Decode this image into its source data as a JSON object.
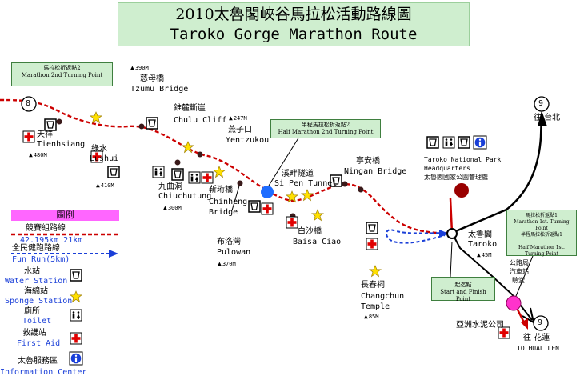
{
  "title": {
    "zh": "2010太魯閣峽谷馬拉松活動路線圖",
    "en": "Taroko Gorge Marathon Route"
  },
  "route_markers": {
    "left": "8",
    "top_right": "9",
    "bottom_right": "9"
  },
  "places": {
    "tienhsiang": {
      "zh": "天祥",
      "en": "Tienhsiang",
      "alt": "480M"
    },
    "lushui": {
      "zh": "綠水",
      "en": "Lushui",
      "alt": "410M"
    },
    "tzumu": {
      "zh": "慈母橋",
      "en": "Tzumu Bridge",
      "alt": "390M"
    },
    "chulu": {
      "zh": "錐麓斷崖",
      "en": "Chulu Cliff"
    },
    "yentzukou": {
      "zh": "燕子口",
      "en": "Yentzukou",
      "alt": "247M"
    },
    "chiuchutung": {
      "zh": "九曲洞",
      "en": "Chiuchutung",
      "alt": "300M"
    },
    "chinheng": {
      "zh": "靳珩橋",
      "en": "Chinheng Bridge"
    },
    "sipen": {
      "zh": "溪畔隧道",
      "en": "Si Pen Tunnel"
    },
    "pulowan": {
      "zh": "布洛灣",
      "en": "Pulowan",
      "alt": "370M"
    },
    "baisa": {
      "zh": "白沙橋",
      "en": "Baisa Ciao"
    },
    "ningan": {
      "zh": "寧安橋",
      "en": "Ningan Bridge"
    },
    "changchun": {
      "zh": "長春祠",
      "en": "Changchun Temple",
      "alt": "85M"
    },
    "hq": {
      "en1": "Taroko National Park",
      "en2": "Headquarters",
      "zh": "太魯閣國家公園管理處"
    },
    "taroko": {
      "zh": "太魯閣",
      "en": "Taroko",
      "alt": "45M"
    },
    "taipei": {
      "zh": "往 台北"
    },
    "hualien": {
      "zh": "往 花蓮",
      "en": "TO HUAL LEN"
    },
    "cement": {
      "zh": "亞洲水泥公司"
    },
    "bus": {
      "zh1": "公路局",
      "zh2": "汽車站",
      "zh3": "驗堂"
    }
  },
  "callouts": {
    "marathon2": {
      "zh": "馬拉松折返點2",
      "en": "Marathon 2nd Turning Point"
    },
    "half2": {
      "zh": "半程馬拉松折返點2",
      "en": "Half Marathon 2nd Turning Point"
    },
    "start": {
      "zh": "起迄點",
      "en": "Start and Finish Point"
    },
    "turn1": {
      "zh1": "馬拉松折返點1",
      "en1": "Marathon 1st. Turning Point",
      "zh2": "半程馬拉松折返點1",
      "en2": "Half Marathon 1st. Turning Point"
    }
  },
  "legend": {
    "title": "圖例",
    "race_zh": "競賽組路線",
    "race_en": "42.195km 21km",
    "fun_zh": "全民健跑路線",
    "fun_en": "Fun Run(5km)",
    "water_zh": "水站",
    "water_en": "Water Station",
    "sponge_zh": "海綿站",
    "sponge_en": "Sponge Station",
    "toilet_zh": "廁所",
    "toilet_en": "Toilet",
    "aid_zh": "救護站",
    "aid_en": "First Aid",
    "info_zh": "太魯服務區",
    "info_en": "Information Center"
  },
  "colors": {
    "race_route": "#cc0000",
    "fun_run": "#1a3fd8",
    "road": "#000000",
    "title_bg": "#cfeecf",
    "legend_head": "#ff66ff",
    "sponge": "#ffe000"
  },
  "icons": [
    "water-station-icon",
    "sponge-station-icon",
    "toilet-icon",
    "first-aid-icon",
    "information-icon",
    "altitude-triangle-icon",
    "turning-point-dot-icon"
  ]
}
